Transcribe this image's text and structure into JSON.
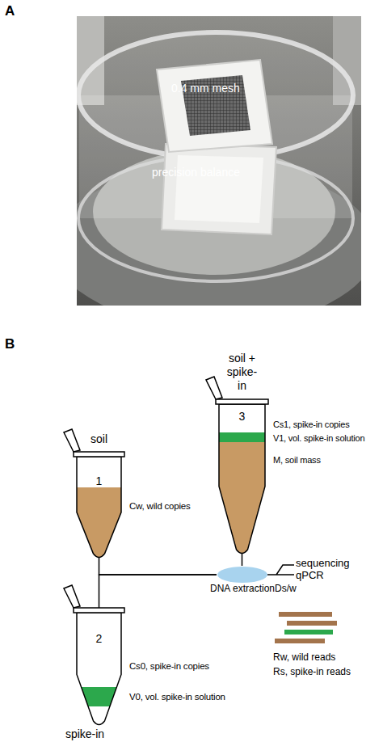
{
  "diagram": {
    "nodes": [
      {
        "text": [
          "soil",
          "1",
          "Cw, wild copies"
        ]
      },
      {
        "text": [
          "2",
          "Cs0, spike-in copies",
          "V0, vol. spike-in solution",
          "spike-in"
        ]
      },
      {
        "text": [
          "soil + spike-in",
          "3",
          "Cs1, spike-in copies",
          "V1, vol. spike-in solution",
          "M, soil mass"
        ]
      },
      {
        "text": [
          "DNA extraction"
        ]
      }
    ],
    "edges": [
      {
        "from": 0,
        "to": 3,
        "arrow": "none"
      },
      {
        "from": 1,
        "to": 3,
        "arrow": "none"
      },
      {
        "from": 2,
        "to": 3,
        "arrow": "none"
      }
    ],
    "labels": [
      "A",
      "0.4 mm mesh",
      "precision balance",
      "B",
      "sequencing",
      "qPCR",
      "Ds/w"
    ],
    "legend": [
      {
        "text": "Rw, wild reads",
        "color": "#a3744c"
      },
      {
        "text": "Rs, spike-in reads",
        "color": "#2ca84c"
      }
    ]
  }
}
